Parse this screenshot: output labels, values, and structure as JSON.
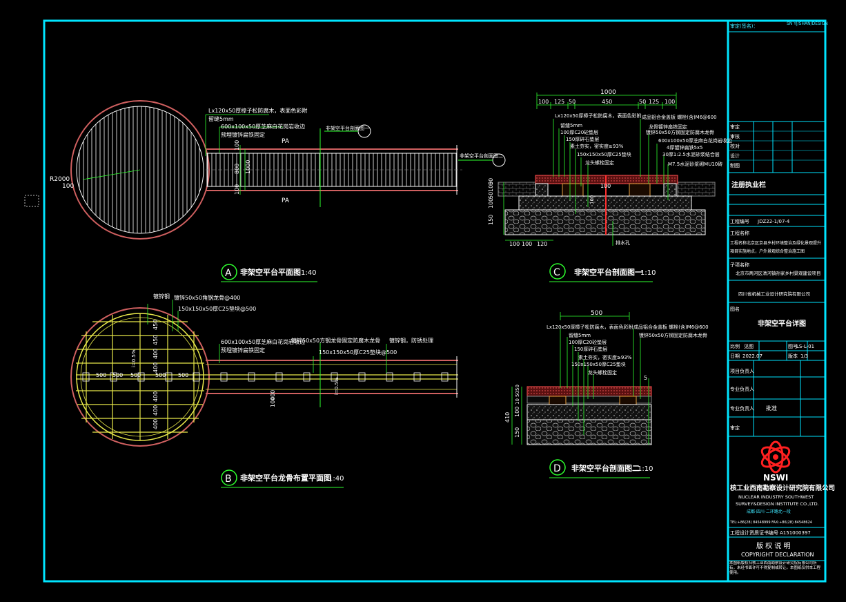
{
  "colors": {
    "frame": "#00e5ff",
    "green": "#2eff2e",
    "yellow": "#e8e84a",
    "red": "#ff3030",
    "white": "#ffffff",
    "gray": "#888888"
  },
  "views": {
    "a": {
      "letter": "A",
      "title": "非架空平台平面图",
      "scale": "1:40",
      "radius": "R2000",
      "r100": "100",
      "pa1": "PA",
      "pa2": "PA",
      "note1": "Lx120x50厚樟子松防腐木，表面色彩附",
      "note2": "留缝5mm",
      "note3": "600x100x50厚芝麻白花岗岩收边",
      "note4": "预埋镀锌扁铁固定",
      "ref": "非架空平台剖面图一",
      "ref2": "非架空平台剖面图二",
      "dims": [
        "100",
        "800",
        "1000",
        "100"
      ]
    },
    "b": {
      "letter": "B",
      "title": "非架空平台龙骨布置平面图",
      "scale": "1:40",
      "n1": "镀锌钢",
      "n2": "镀锌50x50角钢龙骨@400",
      "n3": "150x150x50厚C25垫块@500",
      "n4": "600x100x50厚芝麻白花岗岩收边",
      "n5": "预埋镀锌扁铁固定",
      "n6": "镀锌50x50方钢龙骨固定防腐木龙骨",
      "n7": "150x150x50厚C25垫块@500",
      "n8": "镀锌钢，防锈处理",
      "d500": [
        "500",
        "500",
        "500",
        "500",
        "500"
      ],
      "d400": [
        "400",
        "400",
        "400",
        "400",
        "400",
        "400"
      ],
      "dleft": [
        "450",
        "450"
      ],
      "slope": "i=0.5%",
      "d100": "100"
    },
    "c": {
      "letter": "C",
      "title": "非架空平台剖面图一",
      "scale": "1:10",
      "total": "1000",
      "topdims": [
        "100",
        "125",
        "50",
        "450",
        "50",
        "125",
        "100"
      ],
      "l1": "Lx120x50厚樟子松防腐木，表面色彩附",
      "l2": "留缝5mm",
      "l3": "100厚C20砼垫层",
      "l4": "150厚碎石垫层",
      "l5": "素土夯实，密实度≥93%",
      "l6": "150x150x50厚C25垫块",
      "l7": "龙头螺栓固定",
      "r1": "成品铝合金盖板 螺栓(含)M6@600",
      "r2": "龙骨镀锌扁铁固定",
      "r3": "镀锌50x50方钢固定防腐木龙骨",
      "r4": "600x100x50厚芝麻白花岗岩收边",
      "r5": "4厚镀锌扁铁5x5",
      "r6": "30厚1:2.5水泥砂浆结合层",
      "r7": "M7.5水泥砂浆砌MU10砖",
      "vd": [
        "50",
        "100",
        "150",
        "50",
        "100"
      ],
      "bd": [
        "100",
        "100",
        "120"
      ],
      "mid": "100",
      "small": "100",
      "drain": "排水孔"
    },
    "d": {
      "letter": "D",
      "title": "非架空平台剖面图二",
      "scale": "1:10",
      "top": "500",
      "l1": "Lx120x50厚樟子松防腐木，表面色彩附",
      "l2": "留缝5mm",
      "l3": "100厚C20砼垫层",
      "l4": "150厚碎石垫层",
      "l5": "素土夯实，密实度≥93%",
      "l6": "150x150x50厚C25垫块",
      "l7": "龙头螺栓固定",
      "r1": "成品铝合金盖板 螺栓(含)M6@600",
      "r2": "镀锌50x50方钢固定防腐木龙骨",
      "vd": [
        "410",
        "150",
        "100",
        "10",
        "50",
        "50"
      ],
      "five": "5"
    }
  },
  "titleblock": {
    "r1": "审定(签名)：",
    "r1b": "SN YJ/SHAN/DESIGN",
    "sign_rows": [
      "审定",
      "审核",
      "校对",
      "设计",
      "制图"
    ],
    "stamp": "注册执业栏",
    "proj_no_label": "工程编号",
    "proj_no": "JDZ22-1/07-4",
    "proj_name": "工程名称",
    "desc1": "工程名称北京区京县乡村环境整治及绿化景观提升",
    "desc2": "項目实施地点，户外景观综合整治施工图",
    "client_label": "子项名称",
    "client": "北京市两河区清河镇孙家乡村景观建设项目",
    "company": "四川省机械工业设计研究院有限公司",
    "drawing_label": "图名",
    "drawing": "非架空平台详图",
    "ratio_label": "比例",
    "ratio": "见图",
    "no_label": "图号",
    "no": "LS-L-01",
    "date_label": "日期",
    "date": "2022.07",
    "rev_label": "版本",
    "rev": "1/3",
    "r_titles": [
      "项目负责人",
      "专业负责人",
      "专业负责人",
      "审定"
    ],
    "approve": "批准",
    "logo": "NSWI",
    "org": "核工业西南勘察设计研究院有限公司",
    "org_en1": "NUCLEAR INDUSTRY SOUTHWEST",
    "org_en2": "SURVEY&DESIGN INSTITUTE CO.,LTD.",
    "org_addr": "成都·四川·二环路北一段",
    "tel": "TEL:+86(28) 84548999  FAX:+86(28) 84548624",
    "cert_label": "工程设计资质证书编号",
    "cert": "A151000397",
    "copy_cn": "版  权  说  明",
    "copy_en": "COPYRIGHT DECLARATION",
    "copy_text": "本图纸版权归核工业西南勘察设计研究院有限公司所有，未经书面许可不得复制或转让。本图纸仅供本工程使用。"
  }
}
